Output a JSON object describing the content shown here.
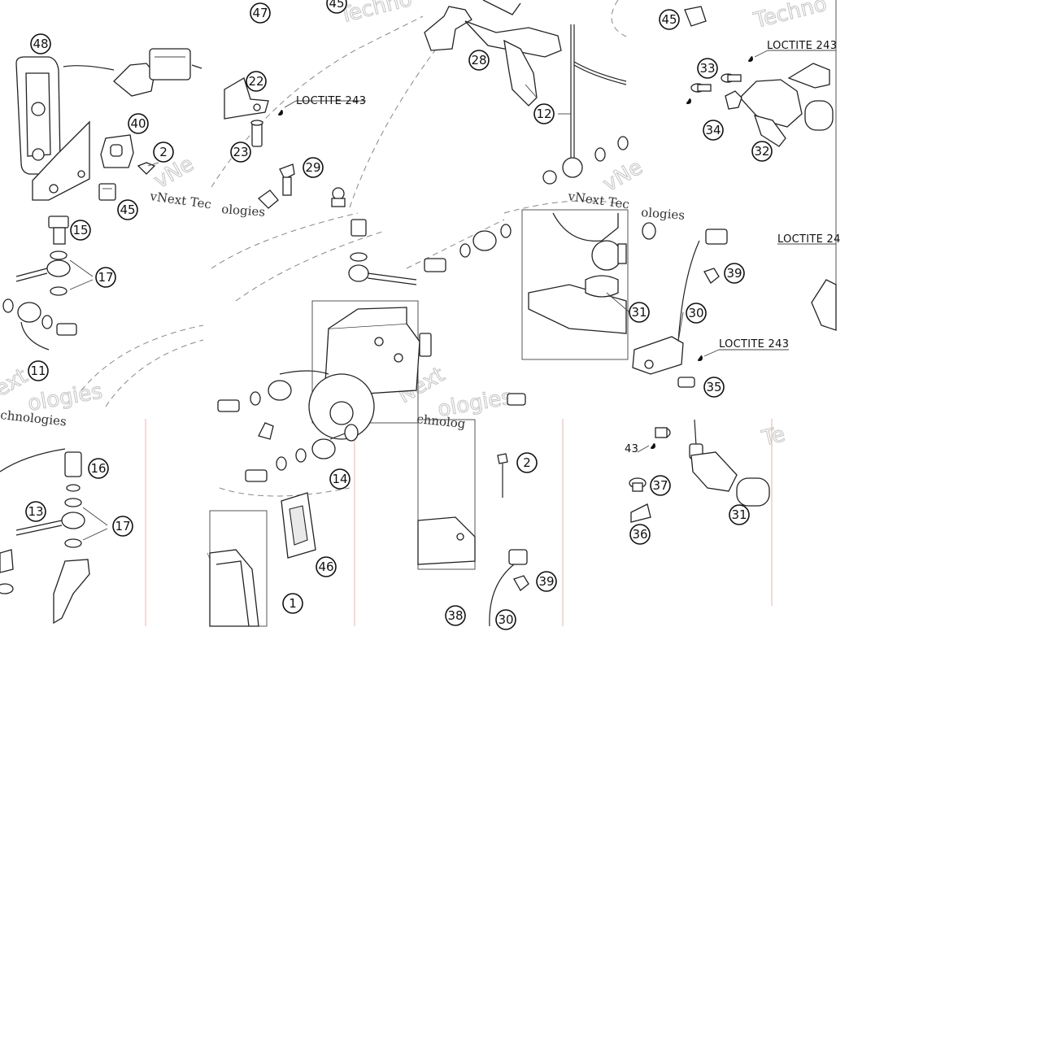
{
  "diagram": {
    "callouts": [
      {
        "label": "48"
      },
      {
        "label": "47"
      },
      {
        "label": "45"
      },
      {
        "label": "28"
      },
      {
        "label": "45"
      },
      {
        "label": "40"
      },
      {
        "label": "2"
      },
      {
        "label": "22"
      },
      {
        "label": "23"
      },
      {
        "label": "29"
      },
      {
        "label": "12"
      },
      {
        "label": "33"
      },
      {
        "label": "34"
      },
      {
        "label": "32"
      },
      {
        "label": "45"
      },
      {
        "label": "15"
      },
      {
        "label": "17"
      },
      {
        "label": "11"
      },
      {
        "label": "39"
      },
      {
        "label": "31"
      },
      {
        "label": "30"
      },
      {
        "label": "35"
      },
      {
        "label": "16"
      },
      {
        "label": "13"
      },
      {
        "label": "17"
      },
      {
        "label": "14"
      },
      {
        "label": "46"
      },
      {
        "label": "1"
      },
      {
        "label": "2"
      },
      {
        "label": "39"
      },
      {
        "label": "38"
      },
      {
        "label": "30"
      },
      {
        "label": "37"
      },
      {
        "label": "36"
      },
      {
        "label": "31"
      }
    ],
    "notes": [
      {
        "text": "LOCTITE 243"
      },
      {
        "text": "LOCTITE 243"
      },
      {
        "text": "LOCTITE 24"
      },
      {
        "text": "LOCTITE 243"
      },
      {
        "text": "43"
      }
    ],
    "watermarks": [
      {
        "text": "vNext Tec"
      },
      {
        "text": "vNext Tec"
      },
      {
        "text": "ologies"
      },
      {
        "text": "ologies"
      },
      {
        "text": "chnologies"
      },
      {
        "text": "chnolog"
      }
    ],
    "watermark_ghosts": [
      {
        "text": "Techno"
      },
      {
        "text": "Techno"
      },
      {
        "text": "vNe"
      },
      {
        "text": "vNe"
      },
      {
        "text": "ext"
      },
      {
        "text": "Next"
      },
      {
        "text": "ologies"
      },
      {
        "text": "ologies"
      },
      {
        "text": "Te"
      }
    ]
  }
}
